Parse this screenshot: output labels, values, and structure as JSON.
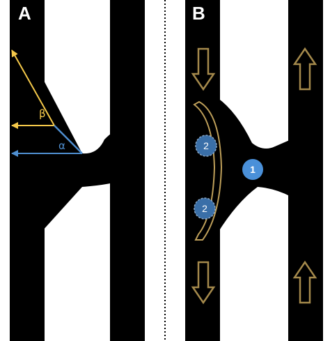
{
  "panels": {
    "a": {
      "label": "A",
      "angle_beta": "β",
      "angle_alpha": "α"
    },
    "b": {
      "label": "B",
      "marker_1": "1",
      "marker_2": "2"
    }
  },
  "colors": {
    "channel": "#000000",
    "background": "#ffffff",
    "beta_line": "#f5c94a",
    "alpha_line": "#4f8fd1",
    "flow_arrow": "#a58a4c",
    "path_arc": "#bfa05a",
    "marker_fill": "#3a6fa8",
    "marker_1_fill": "#4a90d9"
  },
  "icons": {
    "flow_down": "arrow-down-outline-icon",
    "flow_up": "arrow-up-outline-icon",
    "path": "curved-arrow-icon"
  }
}
